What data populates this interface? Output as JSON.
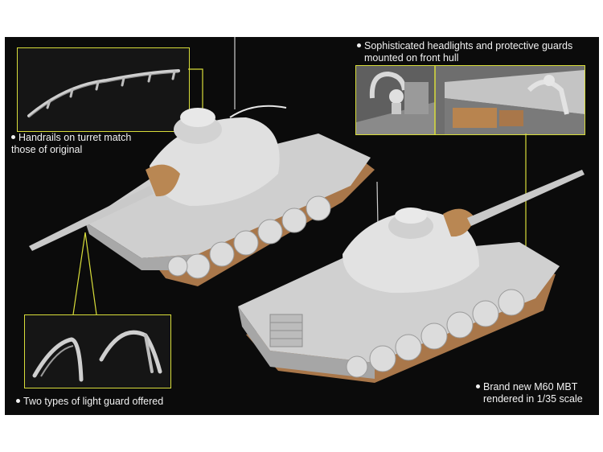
{
  "accent_color": "#d8dd3a",
  "background_color": "#0b0b0b",
  "model_color": "#d4d4d4",
  "track_color": "#a9774a",
  "callouts": {
    "handrails": {
      "line1": "Handrails on turret match",
      "line2": "those of original"
    },
    "headlights": {
      "line1": "Sophisticated headlights and protective guards",
      "line2": "mounted on front hull"
    },
    "light_guard": {
      "line1": "Two types of light guard offered"
    },
    "brand_new": {
      "line1": "Brand new M60 MBT",
      "line2": "rendered in 1/35 scale"
    }
  },
  "icons": [
    "handrail-part-icon",
    "headlight-closeup-icon",
    "light-guard-part-icon",
    "tank-model-icon"
  ]
}
